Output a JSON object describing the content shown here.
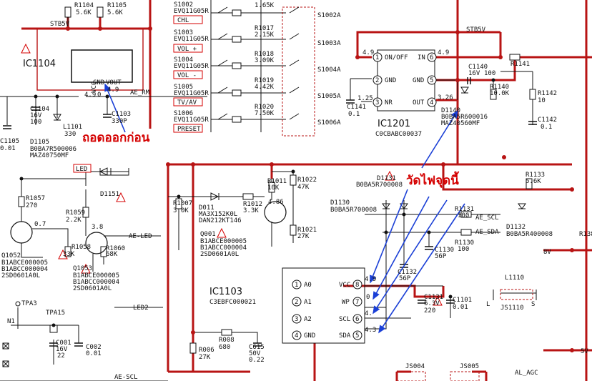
{
  "annotations": {
    "top_note": "ถอดออกก่อน",
    "right_note": "วัดไฟจุดนี้"
  },
  "colors": {
    "red": "#b81414",
    "annot": "#d40000",
    "arrow": "#1a3fd6"
  },
  "ic1104": {
    "name": "IC1104",
    "pins": [
      "VCC",
      "GND",
      "VOUT"
    ],
    "pv1": "4.9",
    "pv2": "0",
    "pv3": "4.9"
  },
  "ic1201": {
    "name": "IC1201",
    "part": "C0CBABC00037",
    "pins": [
      {
        "n": "1",
        "t": "ON/OFF"
      },
      {
        "n": "2",
        "t": "GND"
      },
      {
        "n": "3",
        "t": "NR"
      },
      {
        "n": "6",
        "t": "IN"
      },
      {
        "n": "5",
        "t": "GND"
      },
      {
        "n": "4",
        "t": "OUT"
      }
    ],
    "v_in_left": "4.9",
    "v_in_right": "4.9",
    "v_nr": "1.25",
    "v_out": "3.26"
  },
  "ic1103": {
    "name": "IC1103",
    "part": "C3EBFC000021",
    "left": [
      {
        "n": "1",
        "t": "A0"
      },
      {
        "n": "2",
        "t": "A1"
      },
      {
        "n": "3",
        "t": "A2"
      },
      {
        "n": "4",
        "t": "GND"
      }
    ],
    "right": [
      {
        "n": "8",
        "t": "VCC"
      },
      {
        "n": "7",
        "t": "WP"
      },
      {
        "n": "6",
        "t": "SCL"
      },
      {
        "n": "5",
        "t": "SDA"
      }
    ],
    "v8": "4.9",
    "v7": "0",
    "v6": "4.",
    "v5": "4.3"
  },
  "switches": [
    {
      "ref": "S1002",
      "part": "EVQ11G05R",
      "label": "CHL"
    },
    {
      "ref": "S1003",
      "part": "EVQ11G05R",
      "label": "VOL +"
    },
    {
      "ref": "S1004",
      "part": "EVQ11G05R",
      "label": "VOL -"
    },
    {
      "ref": "S1005",
      "part": "EVQ11G05R",
      "label": "TV/AV"
    },
    {
      "ref": "S1006",
      "part": "EVQ11G05R",
      "label": "PRESET"
    }
  ],
  "sw_refs": [
    "S1002A",
    "S1003A",
    "S1004A",
    "S1005A",
    "S1006A"
  ],
  "sw_resistors": [
    {
      "ref": "",
      "val": "1.65K"
    },
    {
      "ref": "R1017",
      "val": "2.15K"
    },
    {
      "ref": "R1018",
      "val": "3.09K"
    },
    {
      "ref": "R1019",
      "val": "4.42K"
    },
    {
      "ref": "R1020",
      "val": "7.50K"
    }
  ],
  "net_labels": {
    "stb5v_a": "STB5V",
    "stb5v_b": "STB5V",
    "ae_rm": "AE_RM",
    "ae_led": "AE-LED",
    "led2": "LED2",
    "ae_scl": "AE_SCL",
    "ae_sda": "AE_SDA",
    "ae_scl2": "AE-SCL",
    "al_agc": "AL_AGC",
    "v8": "8V",
    "v5": "5V",
    "led": "LED",
    "tpa3": "TPA3",
    "tpa15": "TPA15",
    "n1": "N1",
    "ll": "L",
    "ls": "S"
  },
  "parts": {
    "r1104": "R1104",
    "r1104v": "5.6K",
    "r1105": "R1105",
    "r1105v": "5.6K",
    "c1104": "C1104",
    "c1104a": "16V",
    "c1104b": "100",
    "c1105": "C1105",
    "c1105v": "0.01",
    "l1101": "L1101",
    "l1101v": "330",
    "c1103": "C1103",
    "c1103v": "330P",
    "d1105": "D1105",
    "d1105a": "B0BA7R500006",
    "d1105b": "MAZ40750MF",
    "d1151": "D1151",
    "r1057": "R1057",
    "r1057v": "270",
    "r1059": "R1059",
    "r1059v": "2.2K",
    "r1058": "R1058",
    "r1058v": "33K",
    "r1060": "R1060",
    "r1060v": "68K",
    "v07": "0.7",
    "v38": "3.8",
    "q1052": "Q1052",
    "q1052a": "B1ABCE000005",
    "q1052b": "B1ABCC000004",
    "q1052c": "2SD0601A0L",
    "q1053": "Q1053",
    "q1053a": "B1ABCE000005",
    "q1053b": "B1ABCC000004",
    "q1053c": "2SD0601A0L",
    "r1011": "R1011",
    "r1011v": "10K",
    "r1022": "R1022",
    "r1022v": "47K",
    "r1007": "R1007",
    "r1007v": "3.0K",
    "d011": "D011",
    "d011a": "MA3X152K0L",
    "d011b": "DAN212KT146",
    "r1012": "R1012",
    "r1012v": "3.3K",
    "v486": "4.86",
    "r1021": "R1021",
    "r1021v": "27K",
    "q001": "Q001",
    "q001a": "B1ABCE000005",
    "q001b": "B1ABCC000004",
    "q001c": "2SD0601A0L",
    "c1141": "C1141",
    "c1141v": "0.1",
    "c1140": "C1140",
    "c1140a": "16V",
    "c1140b": "100",
    "r1141": "R1141",
    "r1140": "R1140",
    "r1140v": "10.0K",
    "r1142": "R1142",
    "r1142v": "10",
    "d1140": "D1140",
    "d1140a": "B0BA5R600016",
    "d1140b": "MAZ40560MF",
    "c1142": "C1142",
    "c1142v": "0.1",
    "d1131": "D1131",
    "d1131a": "B0BA5R700008",
    "d1130": "D1130",
    "d1130a": "B0BA5R700008",
    "r1133": "R1133",
    "r1133v": "5.6K",
    "r1131": "R1131",
    "r1131v": "100",
    "r1130": "R1130",
    "r1130v": "100",
    "d1132": "D1132",
    "d1132a": "B0BA5R400008",
    "c1130": "C1130",
    "c1130v": "56P",
    "c1132": "C1132",
    "c1132v": "56P",
    "c1131": "C1131",
    "c1131a": "6.3V",
    "c1131b": "220",
    "c1101": "C1101",
    "c1101v": "0.01",
    "l1110": "L1110",
    "js1110": "JS1110",
    "r006": "R006",
    "r006v": "27K",
    "r008": "R008",
    "r008v": "680",
    "c615": "C615",
    "c615a": "50V",
    "c615b": "0.22",
    "c001": "C001",
    "c001a": "16V",
    "c001b": "22",
    "c002": "C002",
    "c002v": "0.01",
    "js004": "JS004",
    "js005": "JS005",
    "r138": "R138"
  }
}
